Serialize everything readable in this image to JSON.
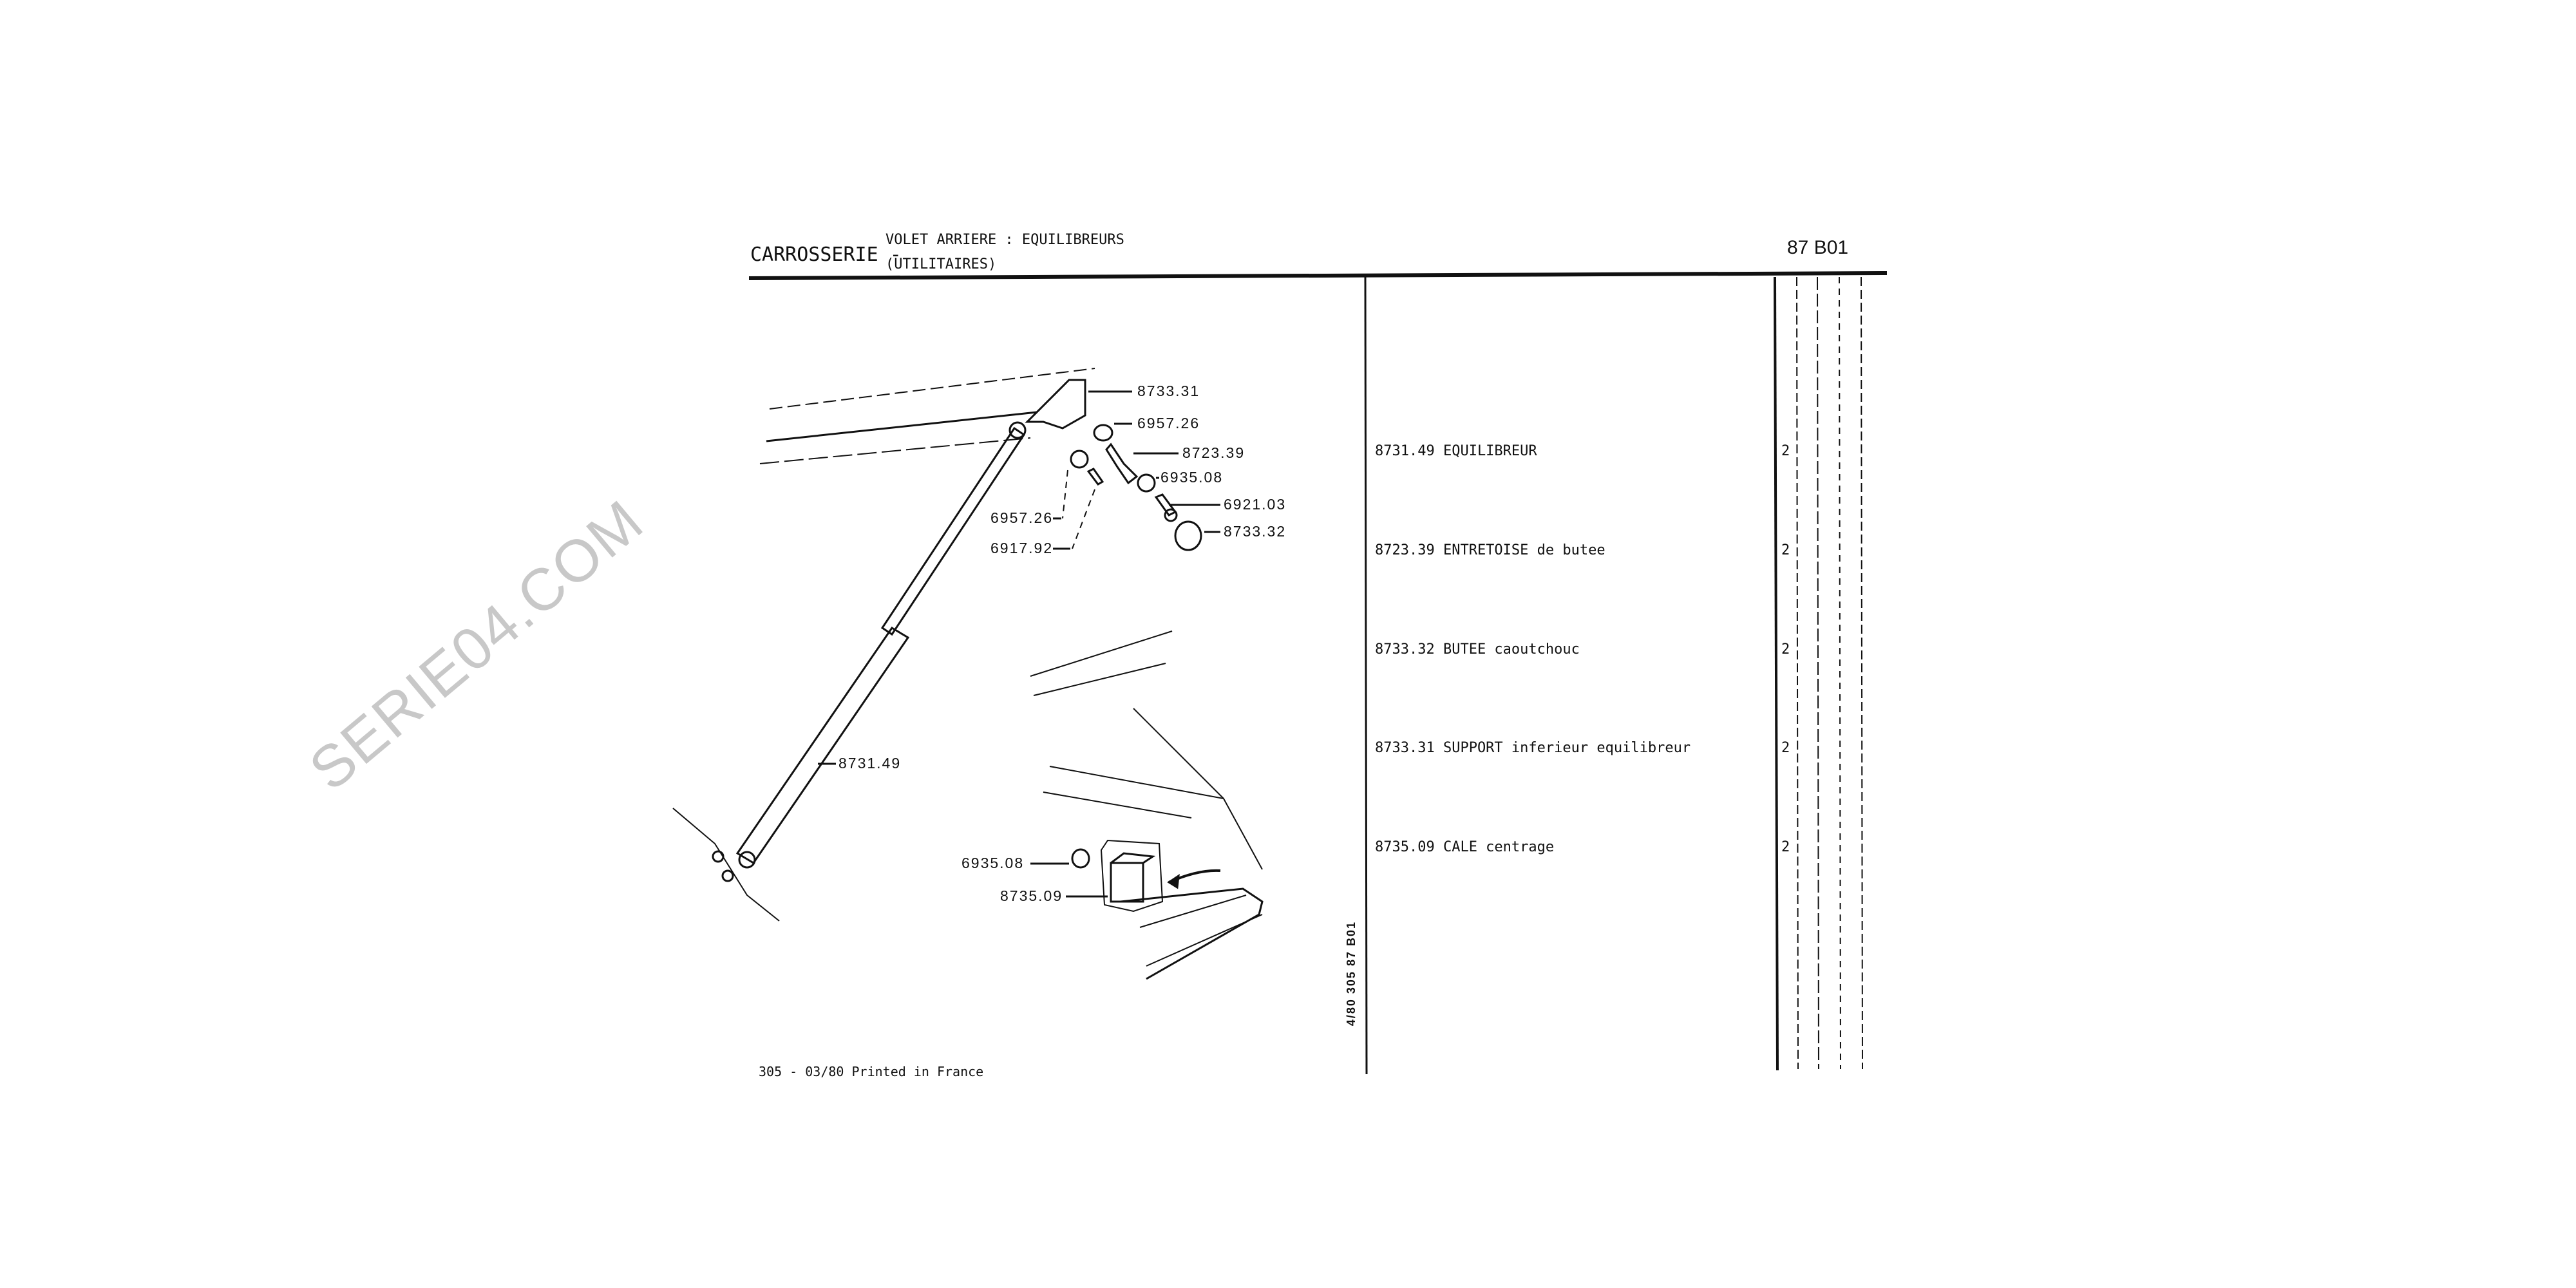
{
  "header": {
    "section": "CARROSSERIE -",
    "subtitle_line1": "VOLET ARRIERE : EQUILIBREURS",
    "subtitle_line2": "(UTILITAIRES)",
    "page_code": "87 B01"
  },
  "diagram": {
    "callouts": [
      "8733.31",
      "6957.26",
      "8723.39",
      "6935.08",
      "6921.03",
      "8733.32",
      "6957.26",
      "6917.92",
      "8731.49",
      "6935.08",
      "8735.09"
    ]
  },
  "parts": [
    {
      "ref": "8731.49 EQUILIBREUR",
      "qty": "2"
    },
    {
      "ref": "8723.39 ENTRETOISE de butee",
      "qty": "2"
    },
    {
      "ref": "8733.32 BUTEE caoutchouc",
      "qty": "2"
    },
    {
      "ref": "8733.31 SUPPORT inferieur equilibreur",
      "qty": "2"
    },
    {
      "ref": "8735.09 CALE centrage",
      "qty": "2"
    }
  ],
  "side_reference": "4/80 305 87 B01",
  "footer": "305 - 03/80 Printed in France",
  "watermark": "SERIE04.COM"
}
